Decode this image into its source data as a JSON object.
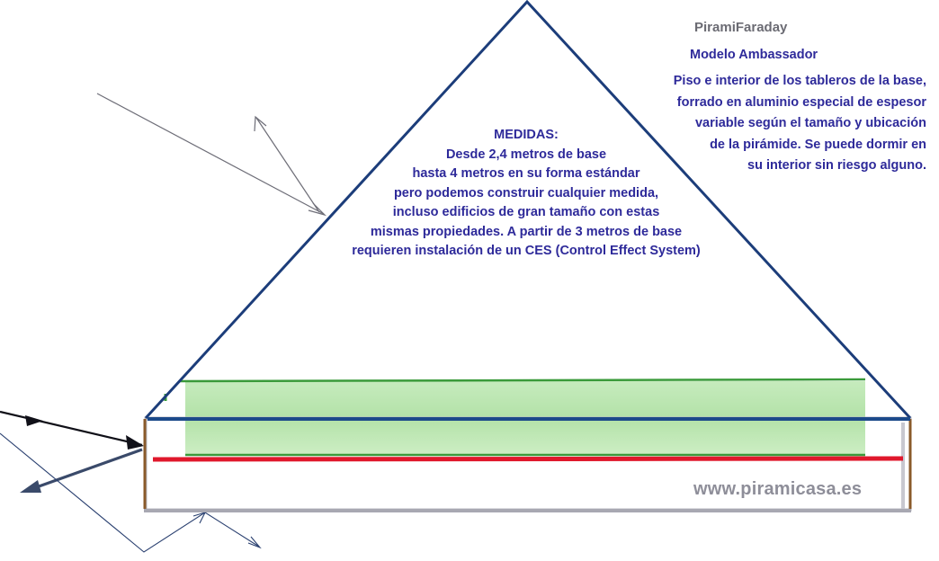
{
  "header": {
    "brand": "PiramiFaraday",
    "model": "Modelo Ambassador"
  },
  "description": {
    "lines": [
      "Piso e interior de los tableros de la base,",
      "forrado en aluminio especial de espesor",
      "variable según el tamaño y ubicación",
      "de la pirámide. Se puede dormir en",
      "su interior sin riesgo alguno."
    ]
  },
  "measures": {
    "title": "MEDIDAS:",
    "lines": [
      "Desde 2,4 metros de base",
      "hasta 4 metros en su forma estándar",
      "pero podemos construir cualquier medida,",
      "incluso edificios de gran tamaño con estas",
      "mismas propiedades. A partir de 3 metros de base",
      "requieren instalación de un CES (Control Effect System)"
    ]
  },
  "footer": {
    "website": "www.piramicasa.es"
  },
  "colors": {
    "pyramid_outline": "#1c3d7a",
    "text": "#2e2a9a",
    "green_band": "#bfe6b5",
    "green_line": "#3a9a3a",
    "red_line": "#e0182c",
    "base_gray": "#b4b4bc",
    "wood": "#8a5a2a",
    "watermark": "#8e8e99"
  }
}
